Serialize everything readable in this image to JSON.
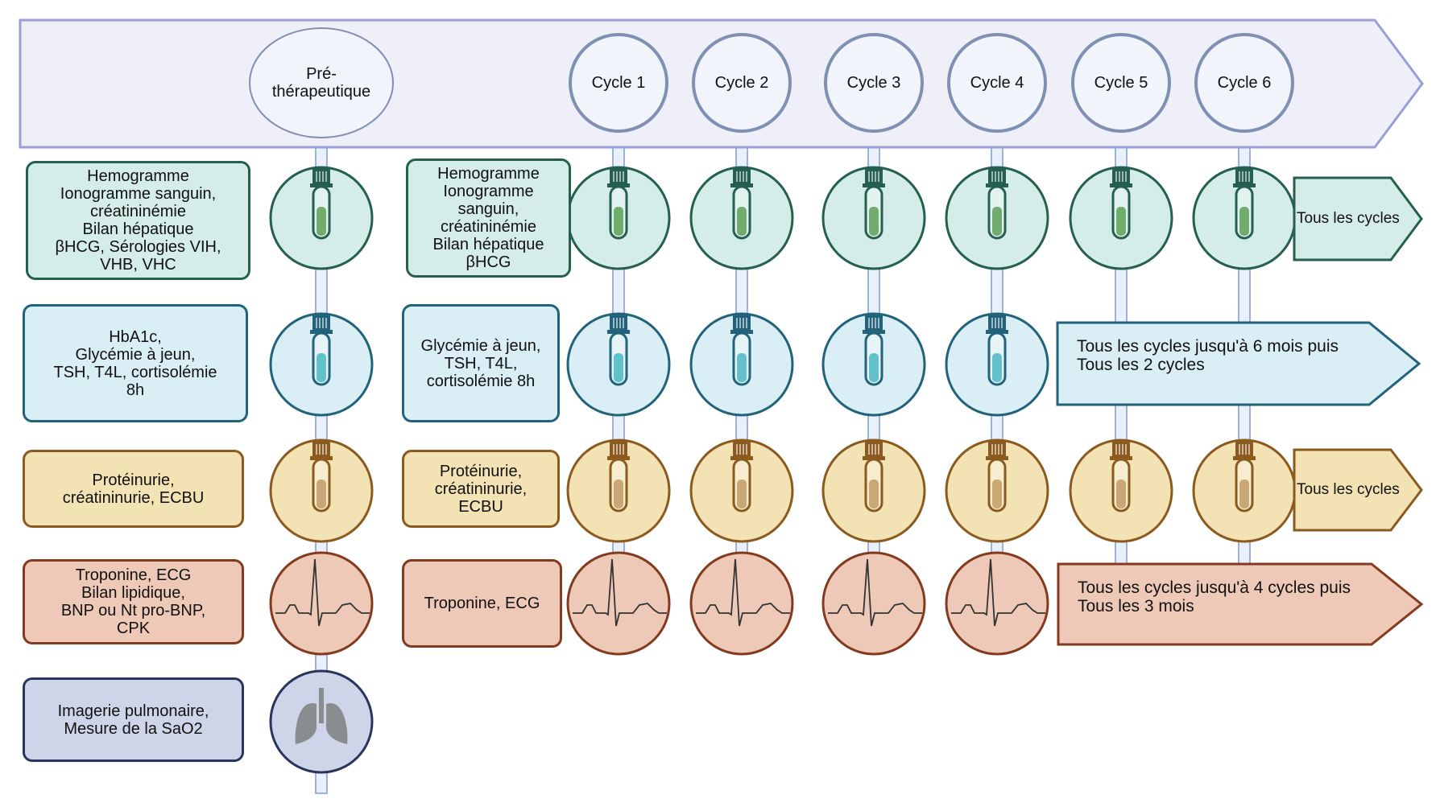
{
  "timeline": {
    "phases": [
      {
        "key": "pre",
        "label": "Pré-\nthérapeutique"
      },
      {
        "key": "c1",
        "label": "Cycle 1"
      },
      {
        "key": "c2",
        "label": "Cycle 2"
      },
      {
        "key": "c3",
        "label": "Cycle 3"
      },
      {
        "key": "c4",
        "label": "Cycle 4"
      },
      {
        "key": "c5",
        "label": "Cycle 5"
      },
      {
        "key": "c6",
        "label": "Cycle 6"
      }
    ]
  },
  "rows": [
    {
      "category": "blood-general",
      "icon": "blood-tube-icon",
      "colors": {
        "fill": "#d4ede8",
        "stroke": "#245f50",
        "liquid": "#72ab6e"
      },
      "pre_label": "Hemogramme\nIonogramme sanguin,\ncréatininémie\nBilan hépatique\nβHCG, Sérologies VIH,\nVHB, VHC",
      "cycle_label": "Hemogramme\nIonogramme\nsanguin,\ncréatininémie\nBilan hépatique\nβHCG",
      "cycles_marked": [
        "c1",
        "c2",
        "c3",
        "c4",
        "c5",
        "c6"
      ],
      "frequency": "Tous les cycles"
    },
    {
      "category": "blood-endocrine",
      "icon": "blood-tube-icon",
      "colors": {
        "fill": "#d9eff5",
        "stroke": "#22627a",
        "liquid": "#63c1cc"
      },
      "pre_label": "HbA1c,\nGlycémie à jeun,\nTSH, T4L, cortisolémie\n8h",
      "cycle_label": "Glycémie à jeun,\nTSH, T4L,\ncortisolémie 8h",
      "cycles_marked": [
        "c1",
        "c2",
        "c3",
        "c4"
      ],
      "frequency": "Tous les cycles jusqu'à 6 mois puis\nTous les 2 cycles"
    },
    {
      "category": "urine",
      "icon": "urine-tube-icon",
      "colors": {
        "fill": "#f3e2b4",
        "stroke": "#8a5a1e",
        "liquid": "#c9a876"
      },
      "pre_label": "Protéinurie,\ncréatininurie, ECBU",
      "cycle_label": "Protéinurie,\ncréatininurie,\nECBU",
      "cycles_marked": [
        "c1",
        "c2",
        "c3",
        "c4",
        "c5",
        "c6"
      ],
      "frequency": "Tous les cycles"
    },
    {
      "category": "cardiac",
      "icon": "ecg-icon",
      "colors": {
        "fill": "#efc9b8",
        "stroke": "#833a1e",
        "liquid": "#333333"
      },
      "pre_label": "Troponine, ECG\n   Bilan lipidique,\nBNP ou Nt pro-BNP,\nCPK",
      "cycle_label": "Troponine, ECG",
      "cycles_marked": [
        "c1",
        "c2",
        "c3",
        "c4"
      ],
      "frequency": "Tous les cycles jusqu'à 4 cycles puis\nTous les 3 mois"
    },
    {
      "category": "pulmonary",
      "icon": "lungs-icon",
      "colors": {
        "fill": "#cfd5e8",
        "stroke": "#2a355e",
        "liquid": "#8a8d8f"
      },
      "pre_label": "Imagerie pulmonaire,\nMesure de la SaO2",
      "cycle_label": null,
      "cycles_marked": [],
      "frequency": null
    }
  ],
  "theme": {
    "banner_fill": "#eeeff9",
    "banner_stroke": "#9a9fd6",
    "phase_fill": "#f1f4fb",
    "phase_stroke": "#8090b3",
    "connector_fill": "#eaf0fb",
    "connector_stroke": "#9db2db"
  }
}
